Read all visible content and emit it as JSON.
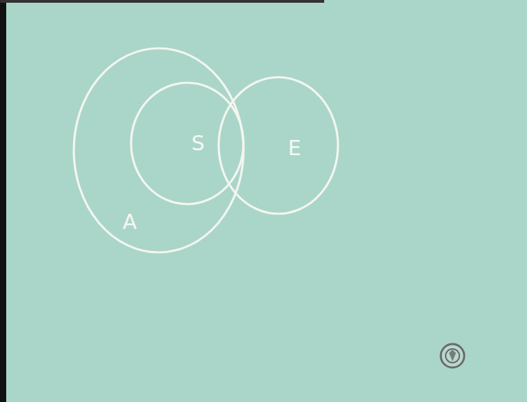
{
  "diagram": {
    "nodes": [
      {
        "text": [
          "A"
        ]
      },
      {
        "text": [
          "S"
        ],
        "in": 0
      },
      {
        "text": [
          "E"
        ]
      }
    ]
  }
}
